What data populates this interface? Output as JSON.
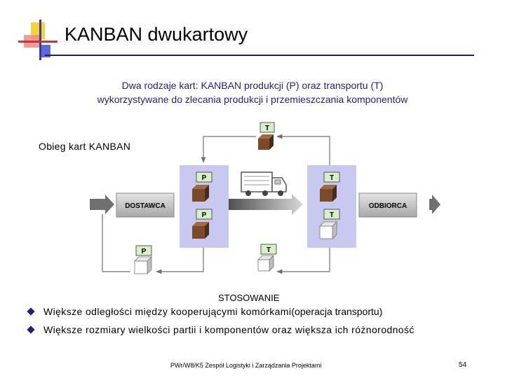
{
  "title": "KANBAN dwukartowy",
  "subtitle": {
    "line1": "Dwa rodzaje kart: KANBAN produkcji (P) oraz transportu (T)",
    "line2": "wykorzystywane do zlecania produkcji i przemieszczania komponentów"
  },
  "diagram": {
    "caption": "Obieg kart KANBAN",
    "supplier": "DOSTAWCA",
    "customer": "ODBIORCA",
    "card_p": "P",
    "card_t": "T",
    "colors": {
      "zone": "#c8c8f0",
      "box": "#7a4a2a",
      "card": "#d8f0c8",
      "node": "#c8c8c8",
      "arrow": "#707070"
    }
  },
  "applications": {
    "heading": "STOSOWANIE",
    "items": [
      {
        "bold": "Większe odległości między kooperującymi komórkami",
        "rest": " (operacja transportu)"
      },
      {
        "bold": "Większe rozmiary wielkości partii i komponentów oraz większa ich różnorodność",
        "rest": ""
      }
    ]
  },
  "footer": {
    "text": "PWr/W8/K5   Zespół Logistyki i Zarządzania Projektami",
    "page": "54"
  }
}
